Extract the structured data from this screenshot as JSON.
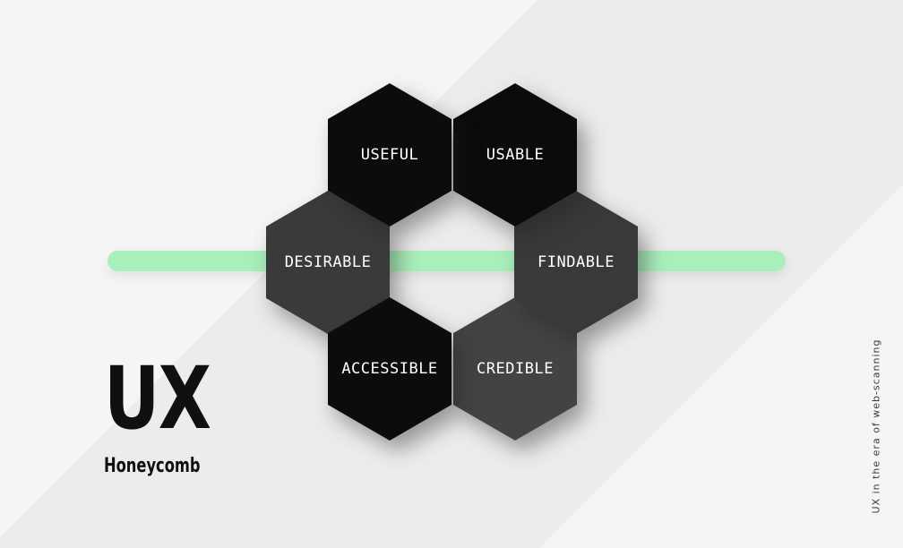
{
  "logo": {
    "title": "UX",
    "subtitle": "Honeycomb"
  },
  "side_note": "UX in the era of web-scanning",
  "diagram": {
    "name": "UX Honeycomb",
    "hexagons": [
      {
        "id": "useful",
        "label": "USEFUL",
        "color": "#0c0c0c"
      },
      {
        "id": "usable",
        "label": "USABLE",
        "color": "#0b0b0b"
      },
      {
        "id": "desirable",
        "label": "DESIRABLE",
        "color": "#3a3a3c"
      },
      {
        "id": "findable",
        "label": "FINDABLE",
        "color": "#39393b"
      },
      {
        "id": "accessible",
        "label": "ACCESSIBLE",
        "color": "#0c0c0c"
      },
      {
        "id": "credible",
        "label": "CREDIBLE",
        "color": "#434345"
      }
    ],
    "bar_color": "#a9efbb"
  },
  "colors": {
    "background_light": "#f5f5f6",
    "background_band": "#ececed",
    "hex_text": "#ffffff",
    "logo_text": "#101010",
    "side_note_text": "#3c3c3c"
  }
}
